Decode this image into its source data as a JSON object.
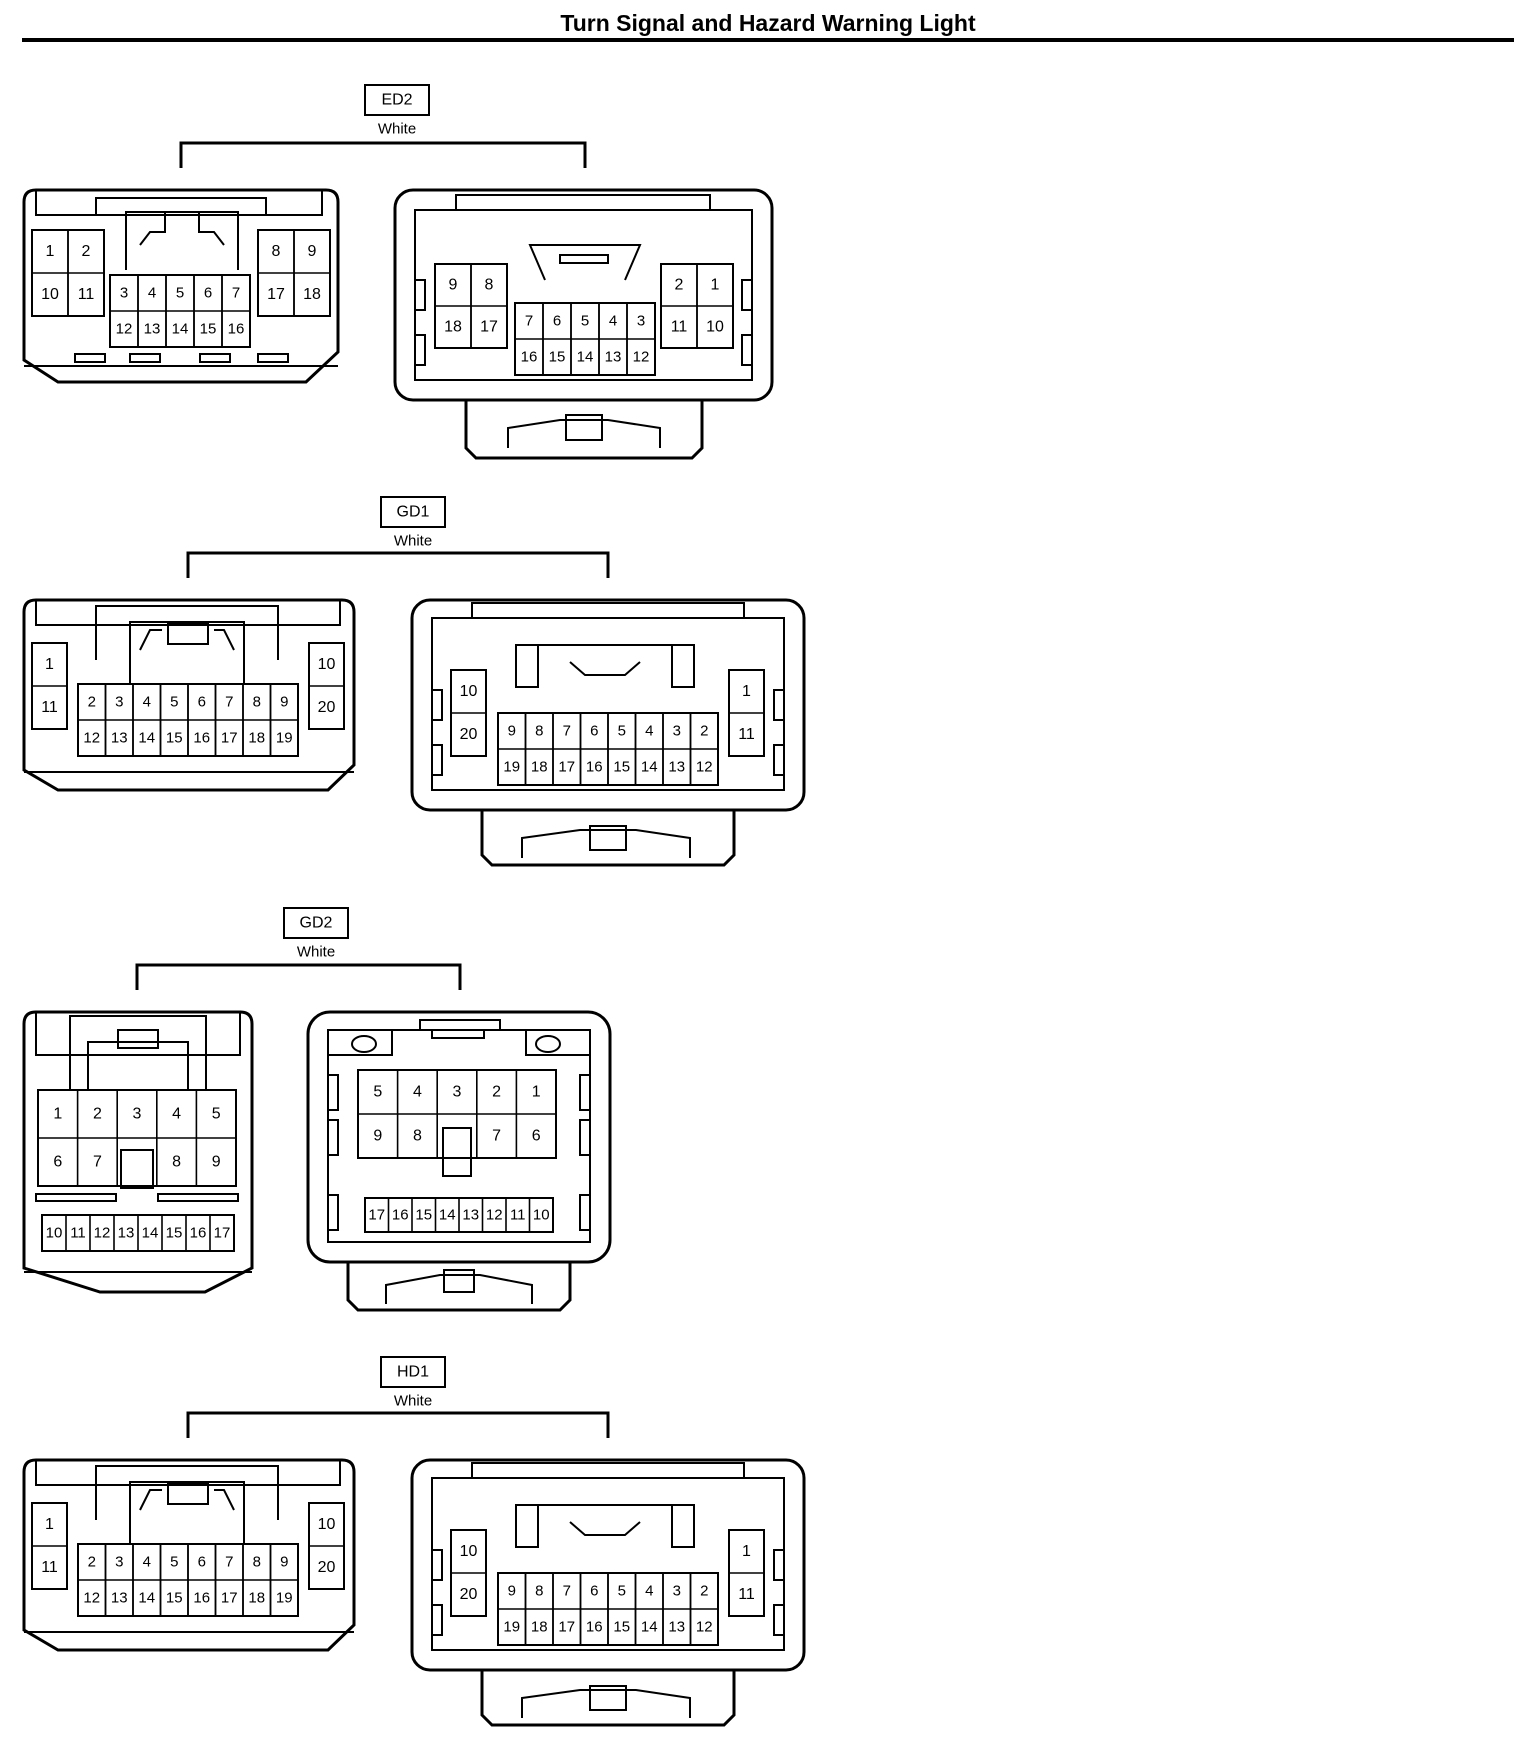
{
  "title": "Turn Signal and Hazard Warning Light",
  "connectors": [
    {
      "id": "ED2",
      "color": "White",
      "left_pins": [
        "1",
        "2",
        "10",
        "11",
        "3",
        "4",
        "5",
        "6",
        "7",
        "12",
        "13",
        "14",
        "15",
        "16",
        "8",
        "9",
        "17",
        "18"
      ],
      "right_pins": [
        "9",
        "8",
        "18",
        "17",
        "7",
        "6",
        "5",
        "4",
        "3",
        "16",
        "15",
        "14",
        "13",
        "12",
        "2",
        "1",
        "11",
        "10"
      ]
    },
    {
      "id": "GD1",
      "color": "White",
      "left_pins": [
        "1",
        "11",
        "2",
        "3",
        "4",
        "5",
        "6",
        "7",
        "8",
        "9",
        "12",
        "13",
        "14",
        "15",
        "16",
        "17",
        "18",
        "19",
        "10",
        "20"
      ],
      "right_pins": [
        "10",
        "20",
        "9",
        "8",
        "7",
        "6",
        "5",
        "4",
        "3",
        "2",
        "19",
        "18",
        "17",
        "16",
        "15",
        "14",
        "13",
        "12",
        "1",
        "11"
      ]
    },
    {
      "id": "GD2",
      "color": "White",
      "left_pins": [
        "1",
        "2",
        "3",
        "4",
        "5",
        "6",
        "7",
        "8",
        "9",
        "10",
        "11",
        "12",
        "13",
        "14",
        "15",
        "16",
        "17"
      ],
      "right_pins": [
        "5",
        "4",
        "3",
        "2",
        "1",
        "9",
        "8",
        "7",
        "6",
        "17",
        "16",
        "15",
        "14",
        "13",
        "12",
        "11",
        "10"
      ]
    },
    {
      "id": "HD1",
      "color": "White",
      "left_pins": [
        "1",
        "11",
        "2",
        "3",
        "4",
        "5",
        "6",
        "7",
        "8",
        "9",
        "12",
        "13",
        "14",
        "15",
        "16",
        "17",
        "18",
        "19",
        "10",
        "20"
      ],
      "right_pins": [
        "10",
        "20",
        "9",
        "8",
        "7",
        "6",
        "5",
        "4",
        "3",
        "2",
        "19",
        "18",
        "17",
        "16",
        "15",
        "14",
        "13",
        "12",
        "1",
        "11"
      ]
    }
  ]
}
